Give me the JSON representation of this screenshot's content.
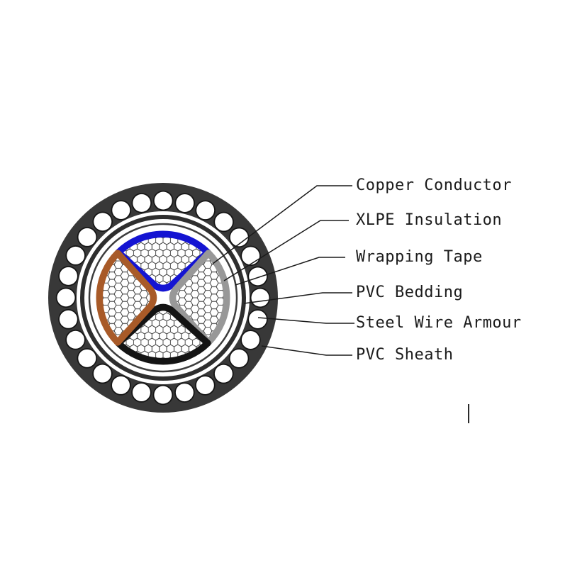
{
  "diagram": {
    "type": "armoured-power-cable-cross-section",
    "labels": [
      {
        "text": "Copper Conductor"
      },
      {
        "text": "XLPE Insulation"
      },
      {
        "text": "Wrapping Tape"
      },
      {
        "text": "PVC Bedding"
      },
      {
        "text": "Steel Wire Armour"
      },
      {
        "text": "PVC Sheath"
      }
    ],
    "colors": {
      "pvc_sheath": "#383838",
      "steel_wire_fill": "#ffffff",
      "steel_wire_outline": "#141414",
      "pvc_bedding_ring": "#2e2e2e",
      "wrapping_tape_ring": "#3c3c3c",
      "core_top_blue": "#1414d2",
      "core_right_gray": "#989898",
      "core_bottom_black": "#141414",
      "core_left_brown": "#a85a28",
      "leader_line": "#1a1a1a"
    }
  }
}
